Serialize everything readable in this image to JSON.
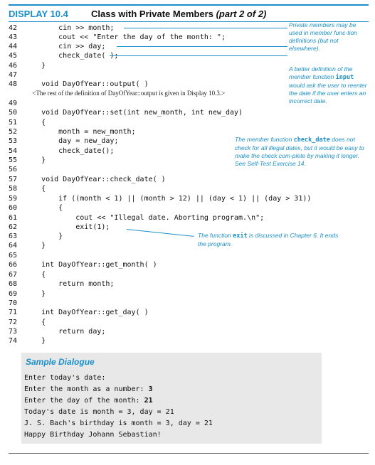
{
  "header": {
    "label": "DISPLAY 10.4",
    "title": "Class with Private Members",
    "subtitle": "(part 2 of 2)"
  },
  "code": [
    {
      "n": "42",
      "t": "        cin >> month;"
    },
    {
      "n": "43",
      "t": "        cout << \"Enter the day of the month: \";"
    },
    {
      "n": "44",
      "t": "        cin >> day;"
    },
    {
      "n": "45",
      "t": "        check_date( );"
    },
    {
      "n": "46",
      "t": "    }"
    },
    {
      "n": "47",
      "t": ""
    },
    {
      "n": "48",
      "t": "    void DayOfYear::output( )"
    },
    {
      "n": "",
      "t": "     <The rest of the definition of DayOfYear::output is given in Display 10.3.>"
    },
    {
      "n": "49",
      "t": ""
    },
    {
      "n": "50",
      "t": "    void DayOfYear::set(int new_month, int new_day)"
    },
    {
      "n": "51",
      "t": "    {"
    },
    {
      "n": "52",
      "t": "        month = new_month;"
    },
    {
      "n": "53",
      "t": "        day = new_day;"
    },
    {
      "n": "54",
      "t": "        check_date();"
    },
    {
      "n": "55",
      "t": "    }"
    },
    {
      "n": "56",
      "t": ""
    },
    {
      "n": "57",
      "t": "    void DayOfYear::check_date( )"
    },
    {
      "n": "58",
      "t": "    {"
    },
    {
      "n": "59",
      "t": "        if ((month < 1) || (month > 12) || (day < 1) || (day > 31))"
    },
    {
      "n": "60",
      "t": "        {"
    },
    {
      "n": "61",
      "t": "            cout << \"Illegal date. Aborting program.\\n\";"
    },
    {
      "n": "62",
      "t": "            exit(1);"
    },
    {
      "n": "63",
      "t": "        }"
    },
    {
      "n": "64",
      "t": "    }"
    },
    {
      "n": "65",
      "t": ""
    },
    {
      "n": "66",
      "t": "    int DayOfYear::get_month( )"
    },
    {
      "n": "67",
      "t": "    {"
    },
    {
      "n": "68",
      "t": "        return month;"
    },
    {
      "n": "69",
      "t": "    }"
    },
    {
      "n": "70",
      "t": ""
    },
    {
      "n": "71",
      "t": "    int DayOfYear::get_day( )"
    },
    {
      "n": "72",
      "t": "    {"
    },
    {
      "n": "73",
      "t": "        return day;"
    },
    {
      "n": "74",
      "t": "    }"
    }
  ],
  "annotations": {
    "private_members": "Private members may be used in member function definitions (but not elsewhere).",
    "better_input": "A better definition of the member function input would ask the user to reenter the date if the user enters an incorrect date.",
    "check_date_note": "The member function check_date does not check for all illegal dates, but it would be easy to make the check complete by making it longer. See Self-Test Exercise 14.",
    "exit_note": "The function exit is discussed in Chapter 6. It ends the program."
  },
  "sample": {
    "title": "Sample Dialogue",
    "lines": [
      {
        "text": "Enter today's date:",
        "bold": ""
      },
      {
        "text": "Enter the month as a number: ",
        "bold": "3"
      },
      {
        "text": "Enter the day of the month: ",
        "bold": "21"
      },
      {
        "text": "Today's date is month = 3, day = 21",
        "bold": ""
      },
      {
        "text": "J. S. Bach's birthday is month = 3, day = 21",
        "bold": ""
      },
      {
        "text": "Happy Birthday Johann Sebastian!",
        "bold": ""
      }
    ]
  },
  "colors": {
    "accent": "#1a8fc9",
    "sample_bg": "#e8e8e8"
  }
}
